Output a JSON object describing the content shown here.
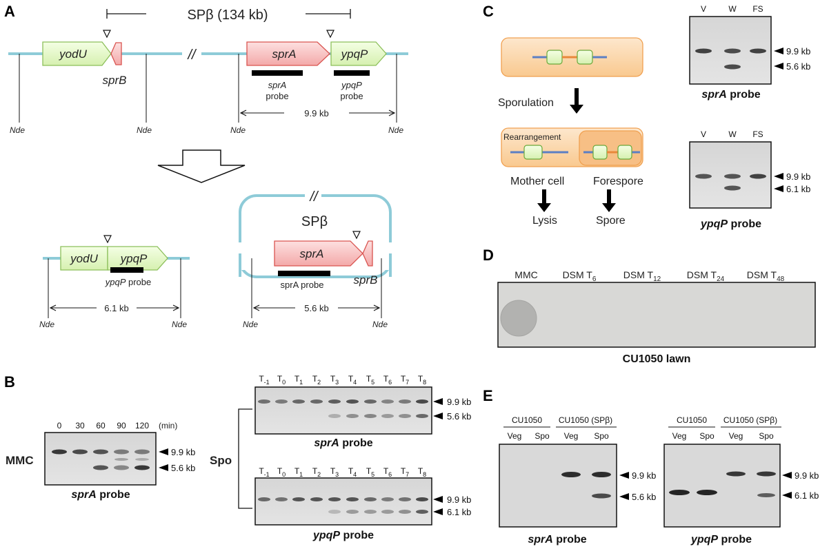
{
  "panels": {
    "A": "A",
    "B": "B",
    "C": "C",
    "D": "D",
    "E": "E"
  },
  "panel_a": {
    "span_label": "SPβ (134 kb)",
    "genes": {
      "yodU": "yodU",
      "sprB": "sprB",
      "sprA": "sprA",
      "ypqP": "ypqP"
    },
    "probe_sprA": [
      "sprA",
      "probe"
    ],
    "probe_ypqP": [
      "ypqP",
      "probe"
    ],
    "nde": "Nde",
    "dist_top": "9.9 kb",
    "circle_label": "SPβ",
    "bottom_left_probe": {
      "gene": "ypqP",
      "suffix": " probe"
    },
    "bottom_right_probe": {
      "gene": "sprA",
      "suffix": " probe"
    },
    "dist_left": "6.1 kb",
    "dist_right": "5.6 kb",
    "break_mark": "//"
  },
  "panel_b": {
    "mmc_label": "MMC",
    "spo_label": "Spo",
    "mmc_times": [
      "0",
      "30",
      "60",
      "90",
      "120"
    ],
    "mmc_unit": "(min)",
    "mmc_probe": {
      "gene": "sprA",
      "suffix": " probe"
    },
    "spo_times": [
      [
        "T",
        "-1"
      ],
      [
        "T",
        "0"
      ],
      [
        "T",
        "1"
      ],
      [
        "T",
        "2"
      ],
      [
        "T",
        "3"
      ],
      [
        "T",
        "4"
      ],
      [
        "T",
        "5"
      ],
      [
        "T",
        "6"
      ],
      [
        "T",
        "7"
      ],
      [
        "T",
        "8"
      ]
    ],
    "spo_probe_top": {
      "gene": "sprA",
      "suffix": " probe"
    },
    "spo_probe_bottom": {
      "gene": "ypqP",
      "suffix": " probe"
    },
    "markers_sprA": [
      "9.9 kb",
      "5.6 kb"
    ],
    "markers_ypqP": [
      "9.9 kb",
      "6.1 kb"
    ]
  },
  "panel_c": {
    "sporulation": "Sporulation",
    "rearrangement": "Rearrangement",
    "mother_cell": "Mother  cell",
    "forespore": "Forespore",
    "lysis": "Lysis",
    "spore": "Spore",
    "lanes": [
      "V",
      "W",
      "FS"
    ],
    "probe_top": {
      "gene": "sprA",
      "suffix": " probe"
    },
    "probe_bottom": {
      "gene": "ypqP",
      "suffix": " probe"
    },
    "markers_top": [
      "9.9 kb",
      "5.6 kb"
    ],
    "markers_bottom": [
      "9.9 kb",
      "6.1 kb"
    ]
  },
  "panel_d": {
    "conditions": [
      [
        "MMC",
        ""
      ],
      [
        "DSM T",
        "6"
      ],
      [
        "DSM T",
        "12"
      ],
      [
        "DSM T",
        "24"
      ],
      [
        "DSM T",
        "48"
      ]
    ],
    "caption": "CU1050 lawn"
  },
  "panel_e": {
    "strains": [
      "CU1050",
      "CU1050 (SPβ)"
    ],
    "lanes": [
      "Veg",
      "Spo",
      "Veg",
      "Spo"
    ],
    "probe_left": {
      "gene": "sprA",
      "suffix": " probe"
    },
    "probe_right": {
      "gene": "ypqP",
      "suffix": " probe"
    },
    "markers_left": [
      "9.9 kb",
      "5.6 kb"
    ],
    "markers_right": [
      "9.9 kb",
      "6.1 kb"
    ]
  },
  "colors": {
    "chromosome": "#8ecbd8",
    "gene_green": "#e8f8c8",
    "gene_green_stroke": "#8cbf5a",
    "gene_red": "#f7c5c5",
    "gene_red_stroke": "#d9534f",
    "cell_orange": "#fbd9b0",
    "cell_stroke": "#f0a050"
  }
}
